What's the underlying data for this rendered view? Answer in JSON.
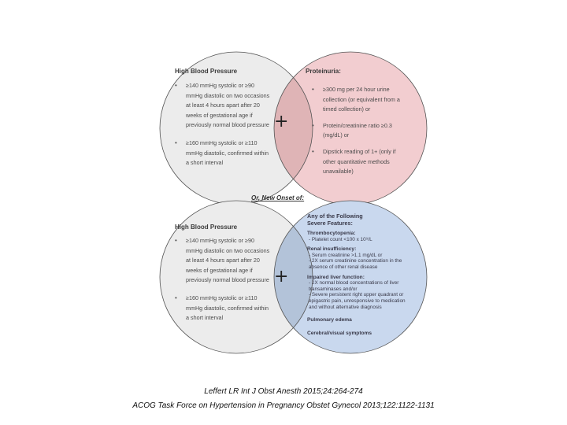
{
  "top_venn": {
    "left_circle": {
      "title": "High Blood Pressure",
      "bullets": [
        "≥140 mmHg systolic or ≥90 mmHg diastolic on two occasions at least 4 hours apart after 20 weeks of gestational age if previously normal blood pressure",
        "≥160 mmHg systolic or ≥110 mmHg diastolic, confirmed within a short interval"
      ]
    },
    "right_circle": {
      "title": "Proteinuria:",
      "bullets": [
        "≥300 mg per 24 hour urine collection (or equivalent from a timed collection) or",
        "Protein/creatinine ratio ≥0.3 (mg/dL) or",
        "Dipstick reading of 1+ (only if other quantitative methods unavailable)"
      ]
    },
    "intersection_symbol": "+"
  },
  "connector_label": "Or, New Onset of:",
  "bottom_venn": {
    "left_circle": {
      "title": "High Blood Pressure",
      "bullets": [
        "≥140 mmHg systolic or ≥90 mmHg diastolic on two occasions at least 4 hours apart after 20 weeks of gestational age if previously normal blood pressure",
        "≥160 mmHg systolic or ≥110 mmHg diastolic, confirmed within a short interval"
      ]
    },
    "right_circle": {
      "title": "Any of the Following Severe Features:",
      "sections": [
        {
          "heading": "Thrombocytopenia:",
          "details": [
            "- Platelet count <100 x 10⁹/L"
          ]
        },
        {
          "heading": "Renal insufficiency:",
          "details": [
            "- Serum creatinine >1.1 mg/dL or",
            "- 2X serum creatinine concentration in the absence of other renal disease"
          ]
        },
        {
          "heading": "Impaired liver function:",
          "details": [
            "- 2X normal blood concentrations of liver transaminases and/or",
            "- Severe persistent right upper quadrant or epigastric pain, unresponsive to medication and without alternative diagnosis"
          ]
        },
        {
          "heading": "Pulmonary edema",
          "details": []
        },
        {
          "heading": "Cerebral/visual symptoms",
          "details": []
        }
      ]
    },
    "intersection_symbol": "+"
  },
  "citations": [
    "Leffert LR Int J Obst Anesth 2015;24:264-274",
    "ACOG Task Force on Hypertension in Pregnancy Obstet Gynecol 2013;122:1122-1131"
  ],
  "colors": {
    "left_circle_fill": "#ececec",
    "top_right_fill": "#f2cdd0",
    "top_overlap_fill": "#dfb4b6",
    "bottom_right_fill": "#c9d8ee",
    "bottom_overlap_fill": "#b3c3d9",
    "outline": "#555555"
  }
}
